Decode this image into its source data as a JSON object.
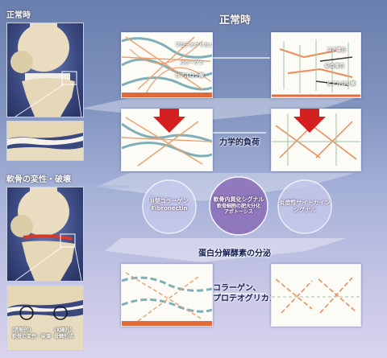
{
  "left": {
    "normal_label": "正常時",
    "degeneration_label": "軟骨の変性・破壊",
    "bottom_left_caption": [
      "(肉眼的)",
      "軟骨の変性・破壊"
    ],
    "bottom_right_caption": [
      "(X線的)",
      "骨棘形成"
    ]
  },
  "title": "正常時",
  "row1": {
    "left_labels": [
      "プロテオグリカン",
      "コラーゲン",
      "ヒアルロン酸"
    ],
    "right_labels": [
      "コア蛋白",
      "結合蛋白",
      "ヒアルロン酸"
    ]
  },
  "row2": {
    "center_label": "力学的負荷"
  },
  "row3": {
    "left_circle": [
      "II型コラーゲン",
      "Fibronectin"
    ],
    "center_circle": [
      "軟骨内異化シグナル",
      "軟骨細胞の肥大分化",
      "アポトーシス"
    ],
    "right_circle": [
      "炎症性サイトカイン",
      "シグナル"
    ],
    "bottom_label": "蛋白分解酵素の分泌"
  },
  "row4": {
    "center_label": [
      "コラーゲン、",
      "プロテオグリカンの切断"
    ]
  },
  "colors": {
    "arrow_red": "#d42020",
    "fiber_orange": "#f0a070",
    "fiber_teal": "#7fb0b8",
    "bg_top": "#6a7fae",
    "bg_bottom": "#d9d3ee"
  }
}
